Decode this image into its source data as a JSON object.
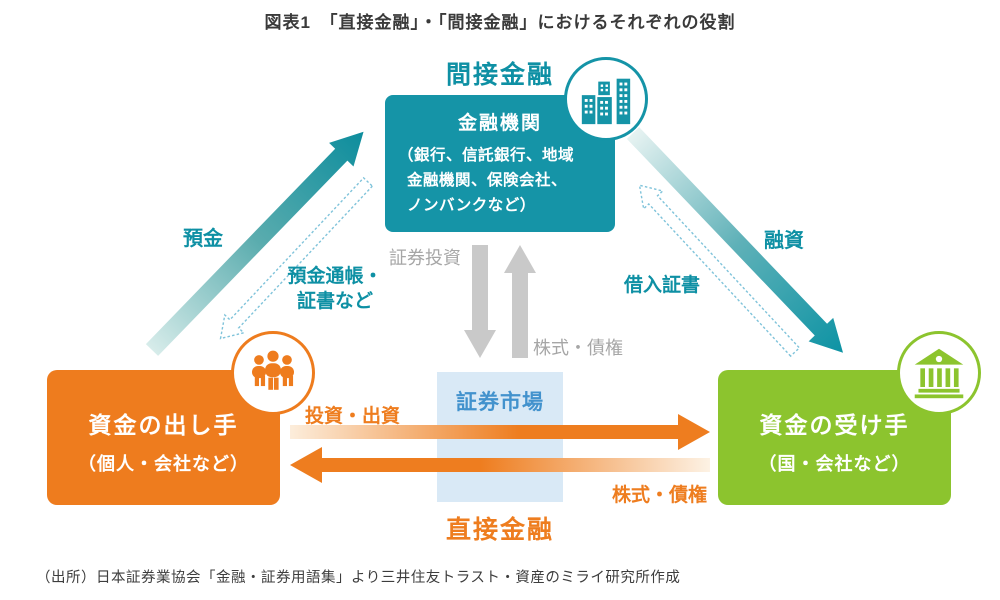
{
  "title": "図表1　「直接金融」・「間接金融」におけるそれぞれの役割",
  "headings": {
    "indirect": "間接金融",
    "direct": "直接金融"
  },
  "boxes": {
    "institution": {
      "title": "金融機関",
      "detail": "（銀行、信託銀行、地域\n金融機関、保険会社、\nノンバンクなど）"
    },
    "lender": {
      "title": "資金の出し手",
      "subtitle": "（個人・会社など）"
    },
    "borrower": {
      "title": "資金の受け手",
      "subtitle": "（国・会社など）"
    },
    "securities_market": {
      "label": "証券市場"
    }
  },
  "arrow_labels": {
    "deposit": "預金",
    "passbook": "預金通帳・\n証書など",
    "loan": "融資",
    "loan_certificate": "借入証書",
    "securities_investment": "証券投資",
    "stocks_bonds_gray": "株式・債権",
    "investment": "投資・出資",
    "stocks_bonds_orange": "株式・債権"
  },
  "icons": {
    "institution": "buildings-icon",
    "lender": "people-icon",
    "borrower": "bank-icon"
  },
  "colors": {
    "teal": "#1594a7",
    "teal_text": "#0e90a4",
    "orange": "#ee7c1e",
    "orange_text": "#ee7d1f",
    "green": "#8cc42e",
    "market_bg": "#d9e9f6",
    "market_text": "#4292cd",
    "gray_arrow": "#c9c9c9",
    "gray_text": "#a6a6a6",
    "dotted_arrow": "#7fc3da",
    "text": "#3a3a3a"
  },
  "source": "（出所）日本証券業協会「金融・証券用語集」より三井住友トラスト・資産のミライ研究所作成"
}
